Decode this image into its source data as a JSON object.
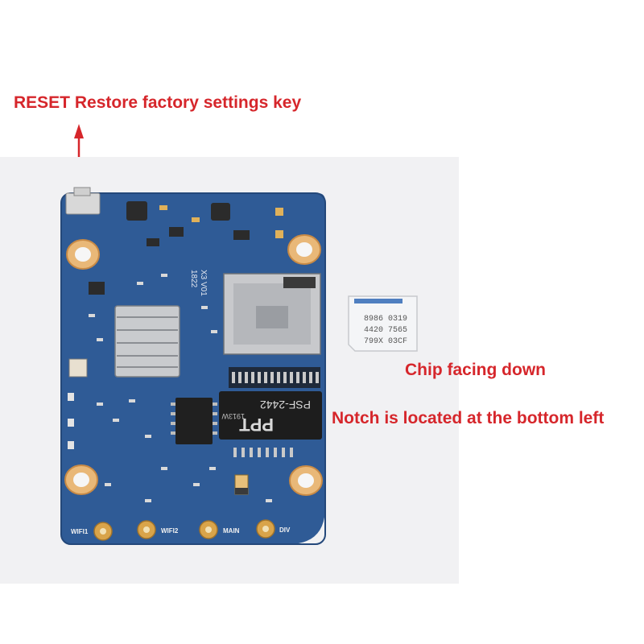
{
  "annotations": {
    "reset": "RESET Restore factory settings key",
    "chip": "Chip facing down",
    "notch": "Notch is located at the bottom left"
  },
  "board": {
    "antenna_labels": [
      "WIFI1",
      "WIFI2",
      "MAIN",
      "DIV"
    ],
    "transformer_brand": "PPT",
    "transformer_model": "PSF-2442",
    "transformer_code": "1913W",
    "version_text": "X3 V01",
    "date_code": "1822"
  },
  "sim_card": {
    "lines": [
      "8986 0319",
      "4420 7565",
      "799X 03CF"
    ]
  },
  "colors": {
    "annotation": "#d6262b",
    "pcb": "#2f5b96",
    "background": "#f1f1f3"
  }
}
